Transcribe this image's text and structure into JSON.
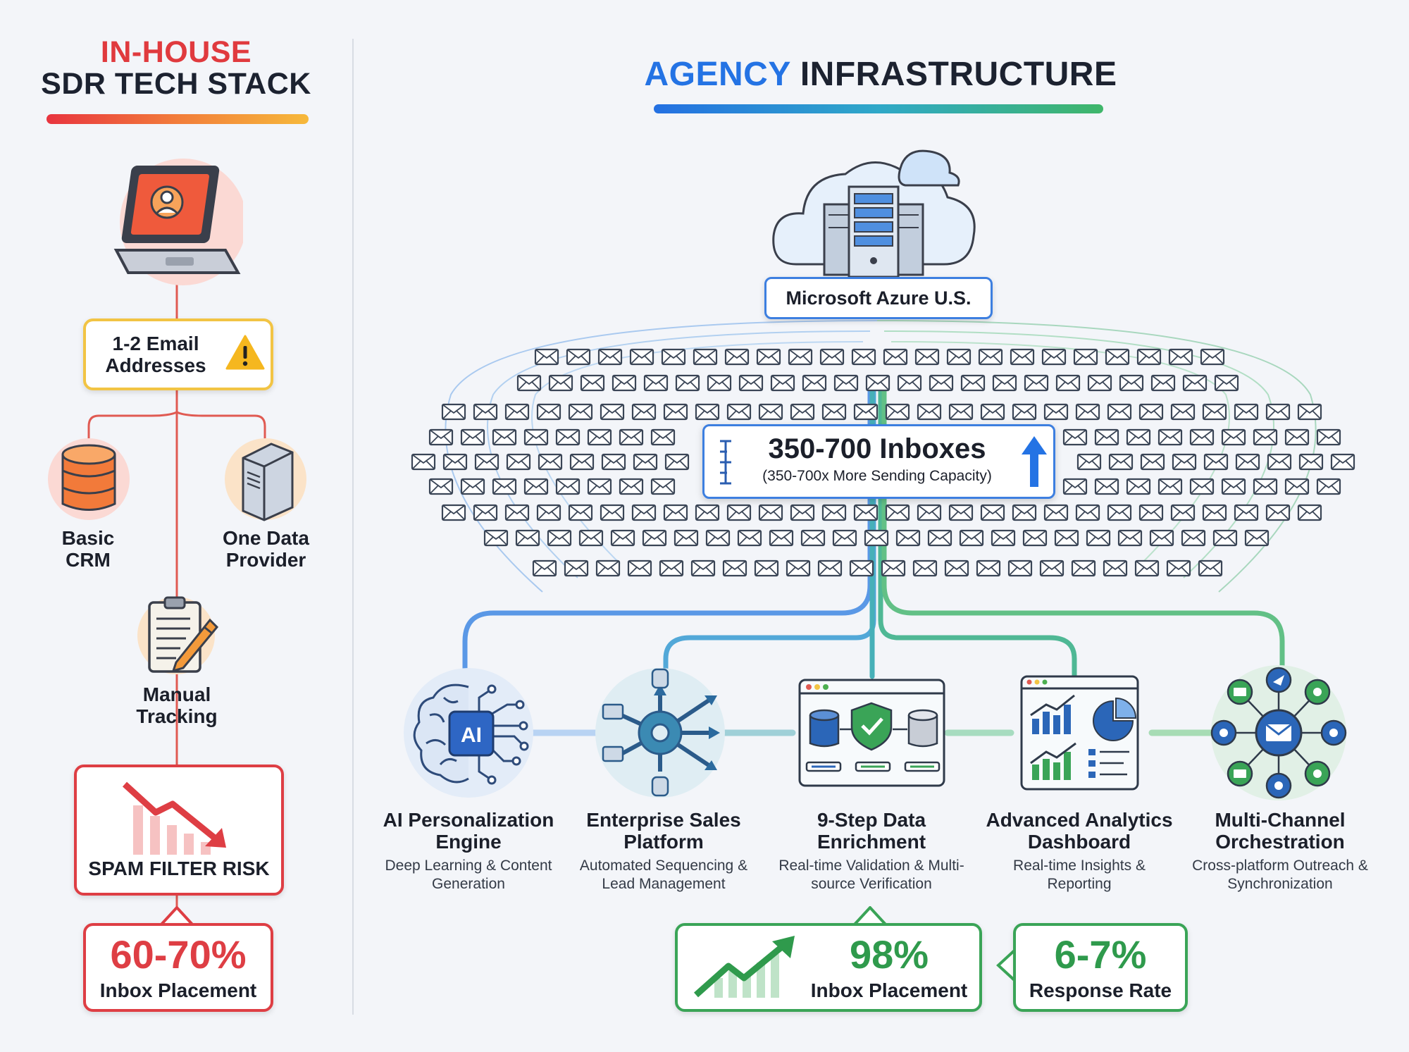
{
  "left": {
    "title_line1": "IN-HOUSE",
    "title_line2": "SDR TECH STACK",
    "email_card": "1-2 Email Addresses",
    "crm_label": "Basic CRM",
    "data_provider_label": "One Data Provider",
    "tracking_label": "Manual Tracking",
    "spam_label": "SPAM FILTER RISK",
    "placement_value": "60-70%",
    "placement_label": "Inbox Placement"
  },
  "right": {
    "title_accent": "AGENCY",
    "title_rest": " INFRASTRUCTURE",
    "azure_label": "Microsoft Azure U.S.",
    "inbox_count": "350-700 Inboxes",
    "inbox_capacity": "(350-700x More Sending Capacity)",
    "features": [
      {
        "title": "AI Personalization Engine",
        "subtitle": "Deep Learning & Content Generation"
      },
      {
        "title": "Enterprise Sales Platform",
        "subtitle": "Automated Sequencing & Lead Management"
      },
      {
        "title": "9-Step Data Enrichment",
        "subtitle": "Real-time Validation & Multi-source Verification"
      },
      {
        "title": "Advanced Analytics Dashboard",
        "subtitle": "Real-time Insights & Reporting"
      },
      {
        "title": "Multi-Channel Orchestration",
        "subtitle": "Cross-platform Outreach & Synchronization"
      }
    ],
    "ai_chip_label": "AI",
    "placement_value": "98%",
    "placement_label": "Inbox Placement",
    "response_value": "6-7%",
    "response_label": "Response Rate"
  },
  "colors": {
    "red": "#de3e44",
    "yellow": "#f2c444",
    "blue": "#2473e4",
    "green": "#3aa457"
  },
  "icons": [
    "laptop-user-icon",
    "warning-icon",
    "database-icon",
    "server-tower-icon",
    "clipboard-icon",
    "falling-chart-icon",
    "cloud-server-icon",
    "envelope-icon",
    "ai-brain-icon",
    "sales-platform-icon",
    "data-enrichment-icon",
    "analytics-dashboard-icon",
    "multichannel-icon",
    "rising-chart-icon"
  ]
}
